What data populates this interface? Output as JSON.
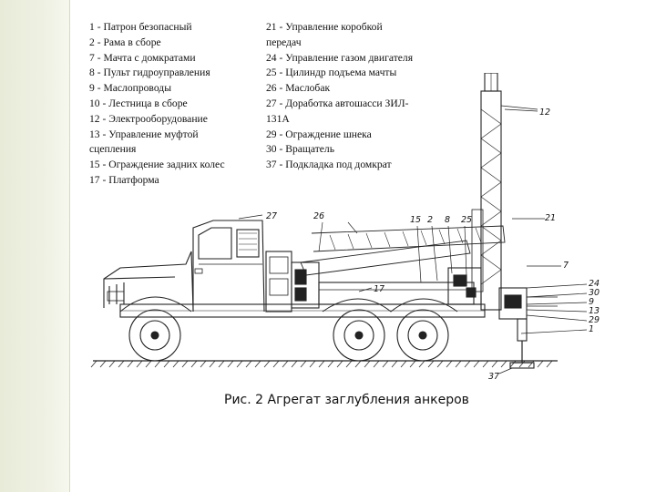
{
  "legend": {
    "left": [
      "1 - Патрон безопасный",
      "2 - Рама в сборе",
      "7 - Мачта с домкратами",
      "8 - Пульт гидроуправления",
      "9 - Маслопроводы",
      "10 - Лестница в сборе",
      "12 - Электрооборудование",
      "13 - Управление муфтой",
      "сцепления",
      "15 - Ограждение задних колес",
      "17 - Платформа"
    ],
    "right": [
      "21 - Управление коробкой",
      "передач",
      "24 - Управление газом двигателя",
      "25 - Цилиндр подъема мачты",
      "26 - Маслобак",
      "27 - Доработка автошасси ЗИЛ-",
      "131А",
      "29 - Ограждение шнека",
      "30 - Вращатель",
      "37 - Подкладка под домкрат"
    ]
  },
  "drawing": {
    "callouts": [
      "12",
      "27",
      "26",
      "17",
      "15",
      "2",
      "8",
      "25",
      "21",
      "7",
      "24",
      "30",
      "9",
      "13",
      "29",
      "1",
      "37"
    ]
  },
  "caption": "Рис. 2 Агрегат заглубления анкеров"
}
